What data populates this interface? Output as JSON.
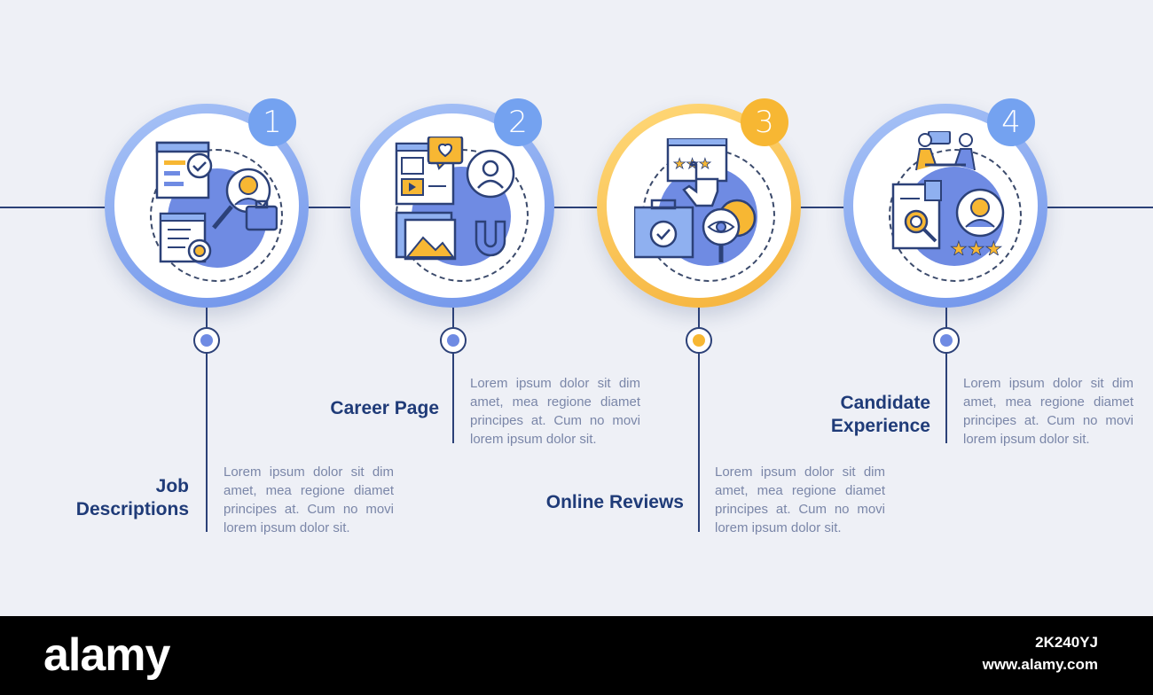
{
  "colors": {
    "blue": "#6f8be3",
    "ring_blue": "#8fb0f0",
    "orange": "#f7b733",
    "navy": "#1f3b78",
    "line": "#2c4178",
    "text_gray": "#7a86a8",
    "bg": "#eef0f6"
  },
  "steps": [
    {
      "number": "1",
      "title_lines": [
        "Job",
        "Descriptions"
      ],
      "desc": "Lorem ipsum dolor sit dim amet, mea regione diamet principes at. Cum no movi lorem ipsum dolor sit.",
      "icon": "job-description-icon",
      "accent": "blue"
    },
    {
      "number": "2",
      "title_lines": [
        "Career Page"
      ],
      "desc": "Lorem ipsum dolor sit dim amet, mea regione diamet principes at. Cum no movi lorem ipsum dolor sit.",
      "icon": "career-page-icon",
      "accent": "blue"
    },
    {
      "number": "3",
      "title_lines": [
        "Online Reviews"
      ],
      "desc": "Lorem ipsum dolor sit dim amet, mea regione diamet principes at. Cum no movi lorem ipsum dolor sit.",
      "icon": "online-reviews-icon",
      "accent": "orange"
    },
    {
      "number": "4",
      "title_lines": [
        "Candidate",
        "Experience"
      ],
      "desc": "Lorem ipsum dolor sit dim amet, mea regione diamet principes at. Cum no movi lorem ipsum dolor sit.",
      "icon": "candidate-experience-icon",
      "accent": "blue"
    }
  ],
  "footer": {
    "logo": "alamy",
    "image_id": "2K240YJ",
    "site": "www.alamy.com"
  }
}
